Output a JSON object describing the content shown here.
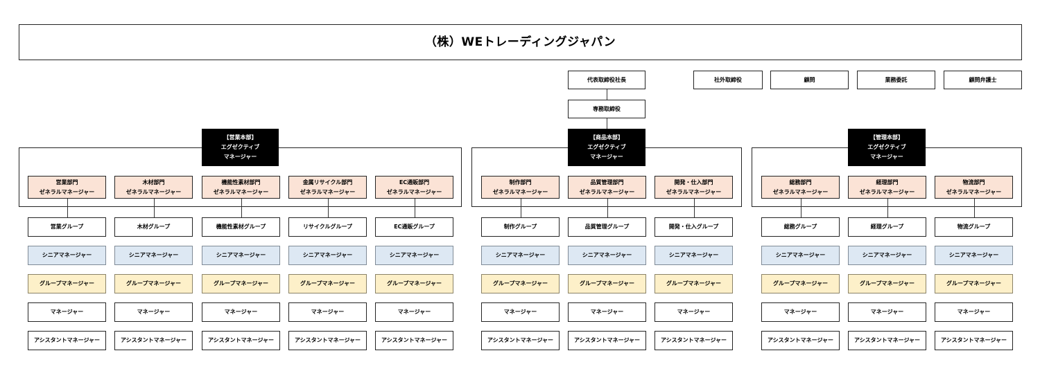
{
  "title": "（株）WEトレーディングジャパン",
  "top": {
    "ceo": "代表取締役社長",
    "senior_md": "専務取締役",
    "advisors": [
      "社外取締役",
      "顧問",
      "業務委託",
      "顧問弁護士"
    ]
  },
  "common_levels": {
    "senior": "シニアマネージャー",
    "group_manager": "グループマネージャー",
    "manager": "マネージャー",
    "assistant": "アシスタントマネージャー"
  },
  "headquarters": [
    {
      "name": "【営業本部】",
      "role1": "エグゼクティブ",
      "role2": "マネージャー",
      "departments": [
        {
          "name": "営業部門",
          "gm": "ゼネラルマネージャー",
          "group": "営業グループ"
        },
        {
          "name": "木材部門",
          "gm": "ゼネラルマネージャー",
          "group": "木材グループ"
        },
        {
          "name": "機能性素材部門",
          "gm": "ゼネラルマネージャー",
          "group": "機能性素材グループ"
        },
        {
          "name": "金属リサイクル部門",
          "gm": "ゼネラルマネージャー",
          "group": "リサイクルグループ"
        },
        {
          "name": "EC通販部門",
          "gm": "ゼネラルマネージャー",
          "group": "EC通販グループ"
        }
      ]
    },
    {
      "name": "【商品本部】",
      "role1": "エグゼクティブ",
      "role2": "マネージャー",
      "departments": [
        {
          "name": "制作部門",
          "gm": "ゼネラルマネージャー",
          "group": "制作グループ"
        },
        {
          "name": "品質管理部門",
          "gm": "ゼネラルマネージャー",
          "group": "品質管理グループ"
        },
        {
          "name": "開発・仕入部門",
          "gm": "ゼネラルマネージャー",
          "group": "開発・仕入グループ"
        }
      ]
    },
    {
      "name": "【管理本部】",
      "role1": "エグゼクティブ",
      "role2": "マネージャー",
      "departments": [
        {
          "name": "総務部門",
          "gm": "ゼネラルマネージャー",
          "group": "総務グループ"
        },
        {
          "name": "経理部門",
          "gm": "ゼネラルマネージャー",
          "group": "経理グループ"
        },
        {
          "name": "物流部門",
          "gm": "ゼネラルマネージャー",
          "group": "物流グループ"
        }
      ]
    }
  ]
}
